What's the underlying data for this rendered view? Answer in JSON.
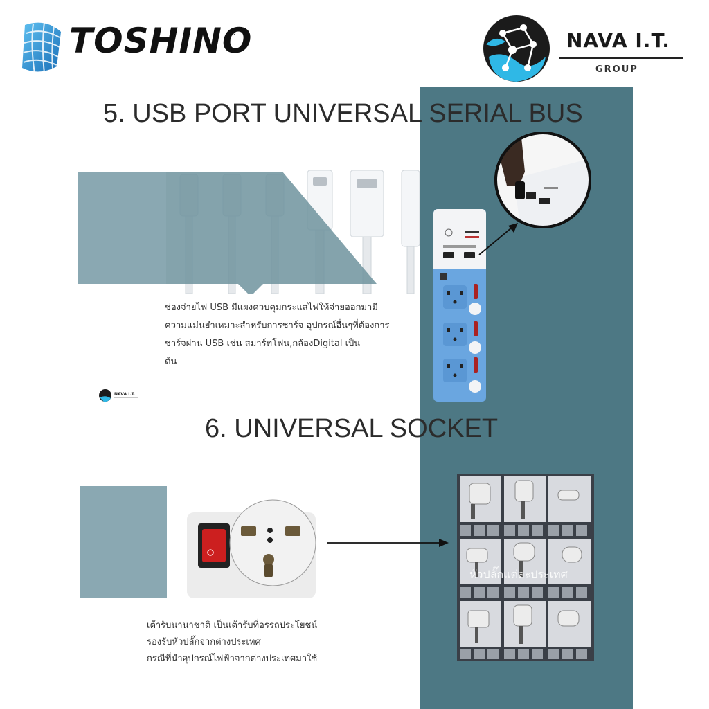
{
  "header": {
    "brand_left": "TOSHINO",
    "brand_left_mark": "®",
    "brand_right_title": "NAVA I.T.",
    "brand_right_sub": "GROUP"
  },
  "section5": {
    "title": "5. USB PORT UNIVERSAL SERIAL BUS",
    "description_lines": [
      "ช่องจ่ายไฟ USB มีแผงควบคุมกระแสไฟให้จ่ายออกมามี",
      "ความแม่นยำเหมาะสำหรับการชาร์จ อุปกรณ์อื่นๆที่ต้องการ",
      "ชาร์จผ่าน USB เช่น สมาร์ทโฟน,กล้องDigital เป็น",
      "ต้น"
    ],
    "small_logo_text": "NAVA I.T."
  },
  "section6": {
    "title": "6. UNIVERSAL SOCKET",
    "description_lines": [
      "เต้ารับนานาชาติ เป็นเต้ารับที่อรรถประโยชน์",
      "รองรับหัวปลั๊กจากต่างประเทศ",
      "กรณีที่นำอุปกรณ์ไฟฟ้าจากต่างประเทศมาใช้"
    ],
    "plug_grid_caption": "หัวปลั๊กแต่ละประเทศ"
  },
  "colors": {
    "teal_panel": "#4d7884",
    "light_block": "#8aa8b2",
    "strip_blue": "#6aa6e0",
    "toshino_blue": "#2a8fd6"
  },
  "icons": [
    "toshino-globe-icon",
    "nava-network-icon",
    "arrow-icon",
    "plug-icon",
    "usb-cable-icon"
  ]
}
